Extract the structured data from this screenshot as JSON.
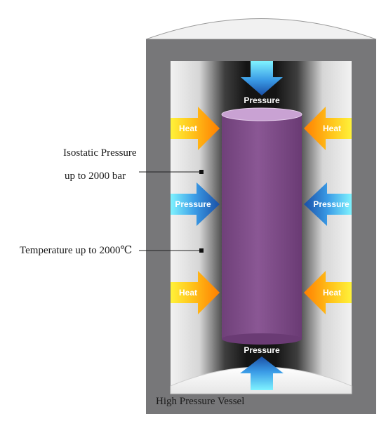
{
  "labels": {
    "heat": "Heat",
    "pressure": "Pressure",
    "isostatic_line1": "Isostatic Pressure",
    "isostatic_line2": "up to 2000 bar",
    "temperature": "Temperature up to 2000℃",
    "vessel": "High Pressure Vessel"
  },
  "colors": {
    "vessel_frame": "#777779",
    "vessel_lid": "#f1f1f1",
    "cylinder_body": "#7e4d88",
    "cylinder_top": "#c9a2d3",
    "heat_arrow_light": "#fff23a",
    "heat_arrow_dark": "#ff8a00",
    "pressure_arrow_light": "#7ff3ff",
    "pressure_arrow_dark": "#1d56ad"
  }
}
